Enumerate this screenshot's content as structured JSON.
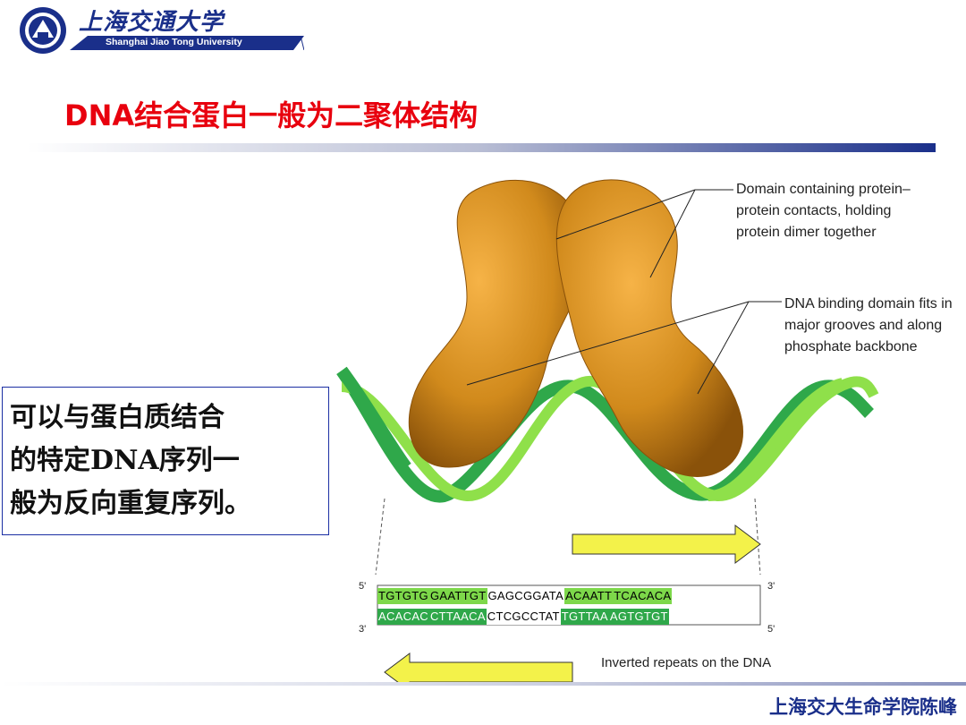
{
  "header": {
    "university_cn": "上海交通大学",
    "university_en": "Shanghai Jiao Tong University"
  },
  "slide": {
    "title": "DNA结合蛋白一般为二聚体结构"
  },
  "figure": {
    "annotation_1": "Domain containing protein–protein contacts, holding protein dimer together",
    "annotation_2": "DNA binding domain fits in major grooves and along phosphate backbone",
    "strand_top": {
      "left_label": "5'",
      "right_label": "3'",
      "segments": [
        "TGTGTG",
        "GAATTGT",
        "GAGCGGATA",
        "ACAATT",
        "TCACACA"
      ]
    },
    "strand_bottom": {
      "left_label": "3'",
      "right_label": "5'",
      "segments": [
        "ACACAC",
        "CTTAACA",
        "CTCGCCTAT",
        "TGTTAA",
        "AGTGTGT"
      ]
    },
    "caption": "Inverted repeats on the DNA"
  },
  "callout": {
    "text": "可以与蛋白质结合\n的特定DNA序列一\n般为反向重复序列。"
  },
  "footer": {
    "credit": "上海交大生命学院陈峰"
  },
  "colors": {
    "title_red": "#e8000e",
    "brand_blue": "#1a2f8a",
    "protein_orange": "#d18a1c",
    "dna_green_light": "#8fe04a",
    "dna_green_dark": "#2fa84a",
    "arrow_yellow": "#f3f24a"
  }
}
